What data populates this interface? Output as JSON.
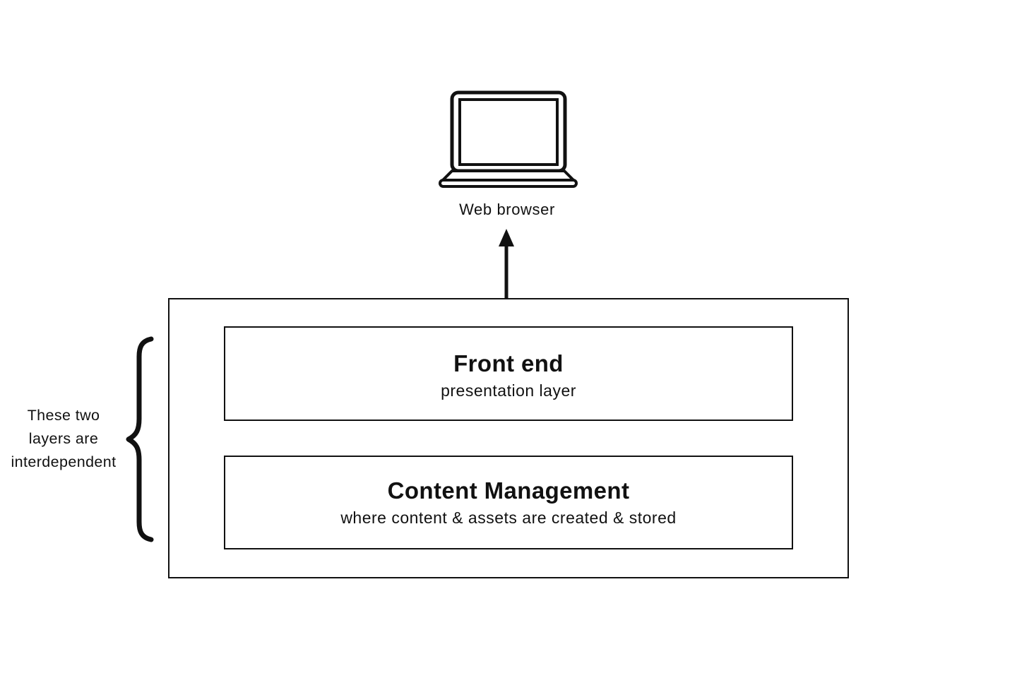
{
  "diagram": {
    "browser": {
      "label": "Web browser",
      "icon": "laptop-icon"
    },
    "arrow": {
      "direction": "up",
      "from": "system-box",
      "to": "web-browser"
    },
    "layers": [
      {
        "title": "Front end",
        "subtitle": "presentation layer"
      },
      {
        "title": "Content Management",
        "subtitle": "where content & assets are created & stored"
      }
    ],
    "annotation": {
      "lines": [
        "These two",
        "layers are",
        "interdependent"
      ]
    },
    "colors": {
      "ink": "#111111",
      "background": "#ffffff"
    }
  }
}
